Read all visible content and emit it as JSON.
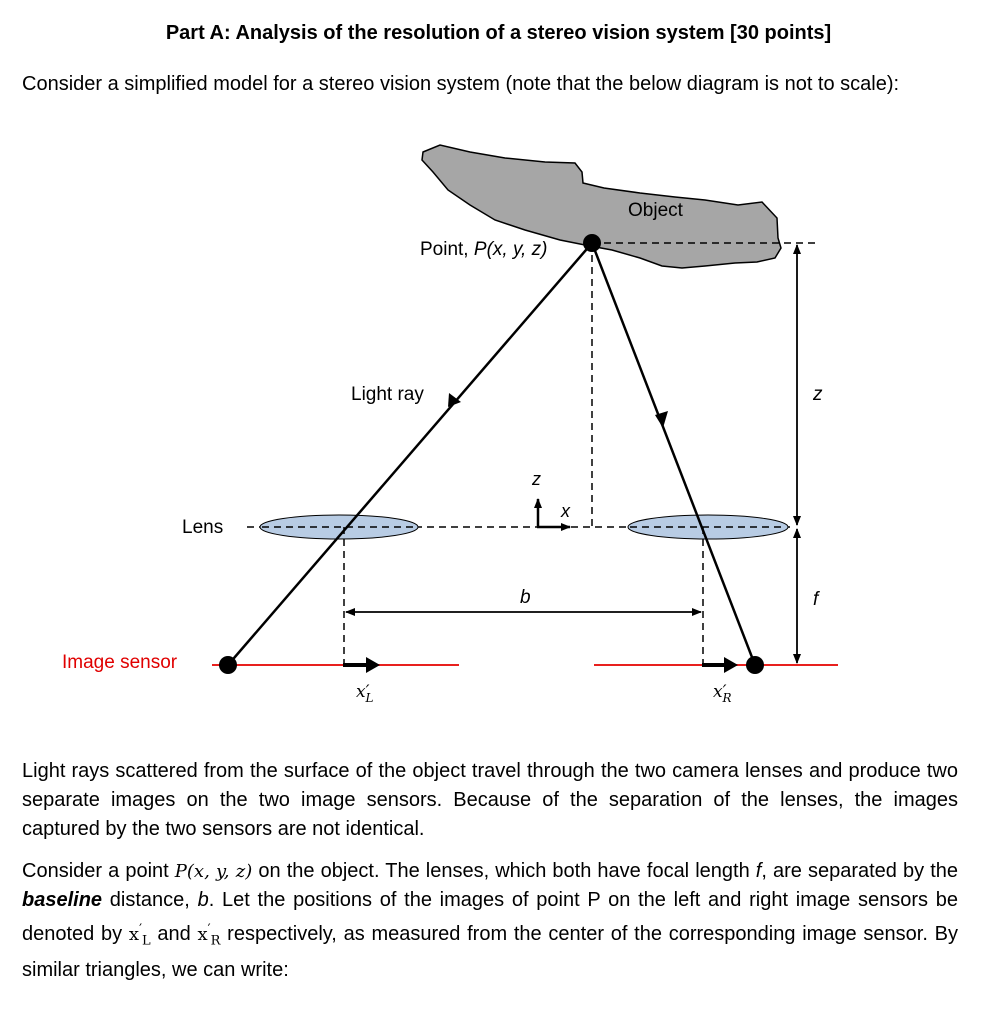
{
  "heading": "Part A: Analysis of the resolution of a stereo vision system [30 points]",
  "intro": "Consider a simplified model for a stereo vision system (note that the below diagram is not to scale):",
  "diagram": {
    "object_label": "Object",
    "point_label_prefix": "Point, ",
    "point_P": "P",
    "point_coords": "(x, y, z)",
    "light_ray_label": "Light ray",
    "lens_label": "Lens",
    "image_sensor_label": "Image sensor",
    "axis_z": "z",
    "axis_x": "x",
    "baseline_label": "b",
    "distance_label": "z",
    "focal_label": "f",
    "xL_main": "x",
    "xL_prime": "′",
    "xL_sub": "L",
    "xR_main": "x",
    "xR_prime": "′",
    "xR_sub": "R",
    "colors": {
      "object_fill": "#a6a6a6",
      "lens_fill": "#b8cce4",
      "sensor_line": "#e8201e",
      "sensor_label": "#e00000"
    }
  },
  "para1": "Light rays scattered from the surface of the object travel through the two camera lenses and produce two separate images on the two image sensors. Because of the separation of the lenses, the images captured by the two sensors are not identical.",
  "para2": {
    "t1": "Consider a point ",
    "math_P": "P(x, y, z)",
    "t2": " on the object. The lenses, which both have focal length ",
    "f": "f",
    "t3": ", are separated by the ",
    "baseline": "baseline",
    "t4": " distance, ",
    "b": "b",
    "t5": ". Let the positions of the images of point P on the left and right image sensors be denoted by ",
    "xL": "x",
    "xL_prime": "′",
    "xL_sub": "L",
    "t6": " and ",
    "xR": "x",
    "xR_prime": "′",
    "xR_sub": "R",
    "t7": " respectively, as measured from the center of the corresponding image sensor. By similar triangles, we can write:"
  }
}
